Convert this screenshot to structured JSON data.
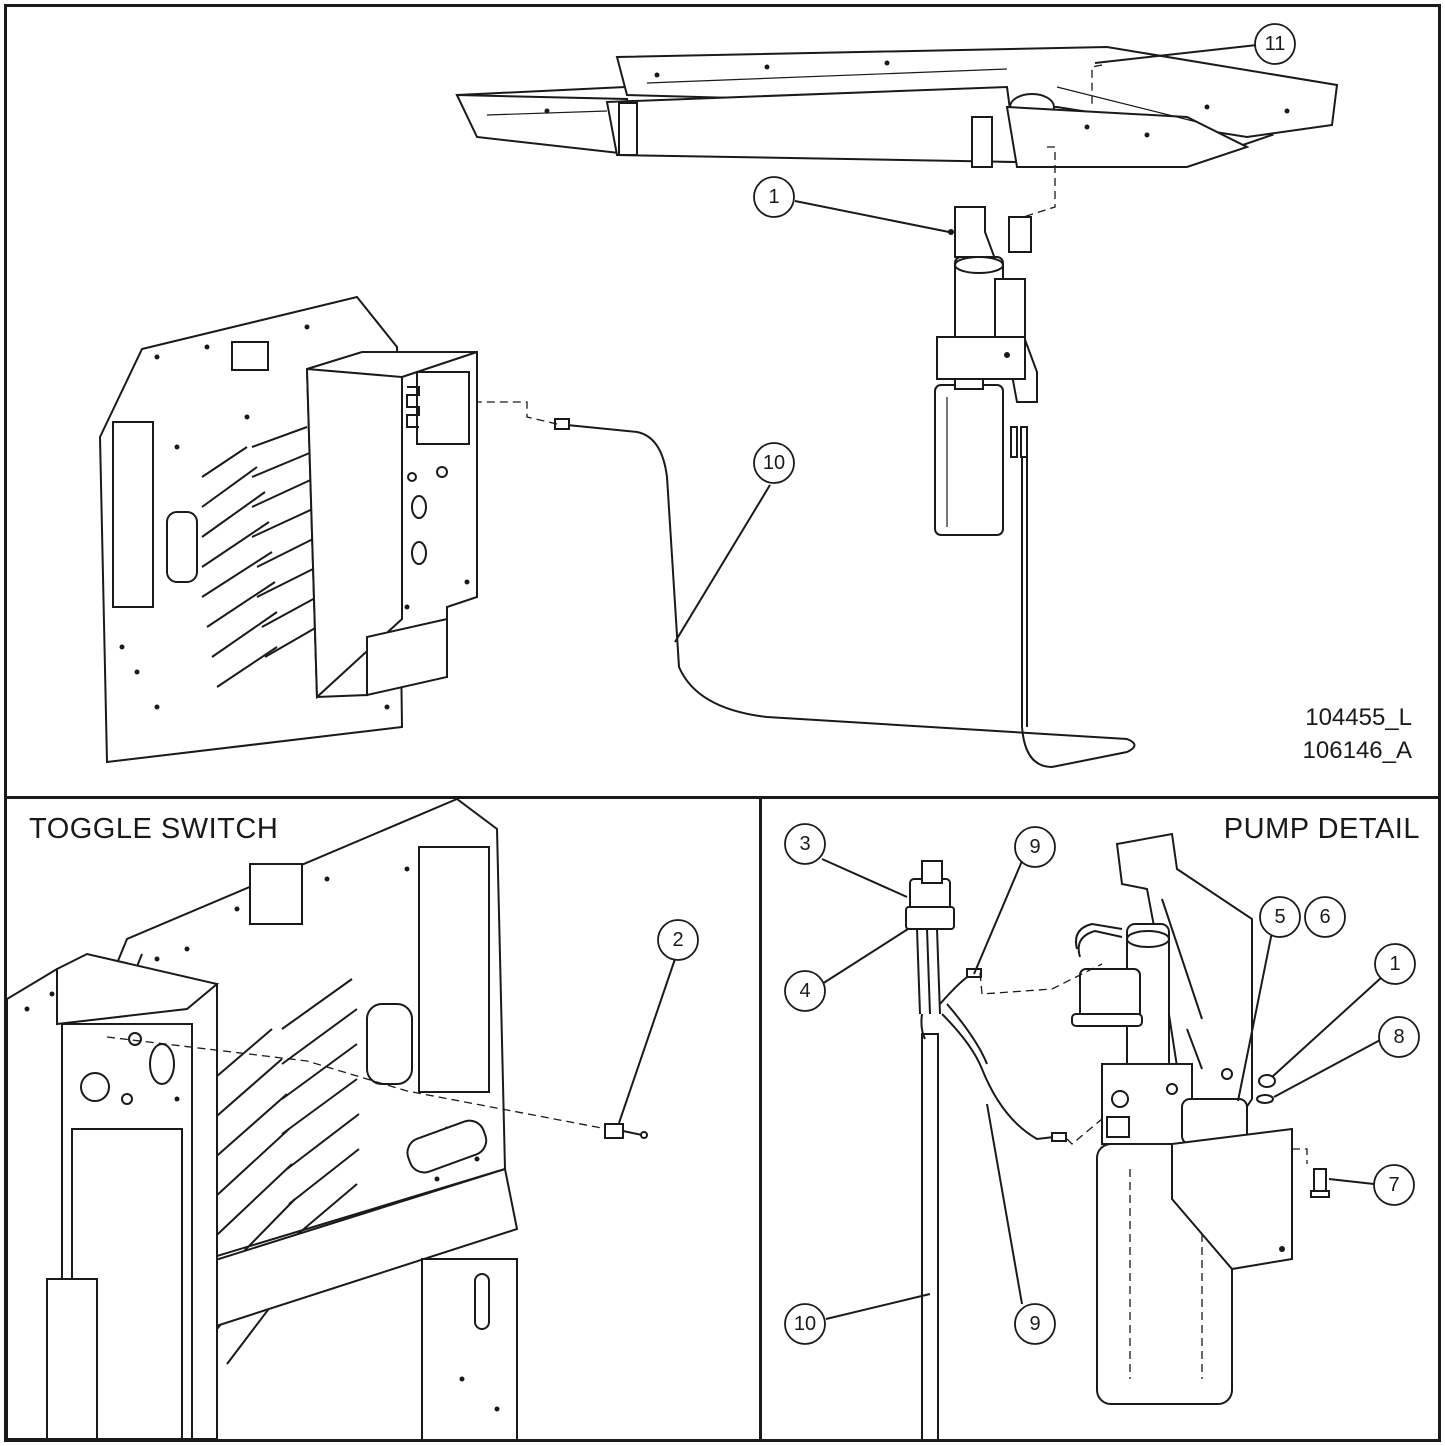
{
  "main_view": {
    "drawing_numbers": [
      "104455_L",
      "106146_A"
    ],
    "callouts": [
      "11",
      "1",
      "10"
    ]
  },
  "toggle_view": {
    "title": "TOGGLE SWITCH",
    "callouts": [
      "2"
    ]
  },
  "pump_view": {
    "title": "PUMP DETAIL",
    "callouts": [
      "3",
      "9",
      "4",
      "5",
      "6",
      "1",
      "8",
      "7",
      "10",
      "9"
    ]
  }
}
